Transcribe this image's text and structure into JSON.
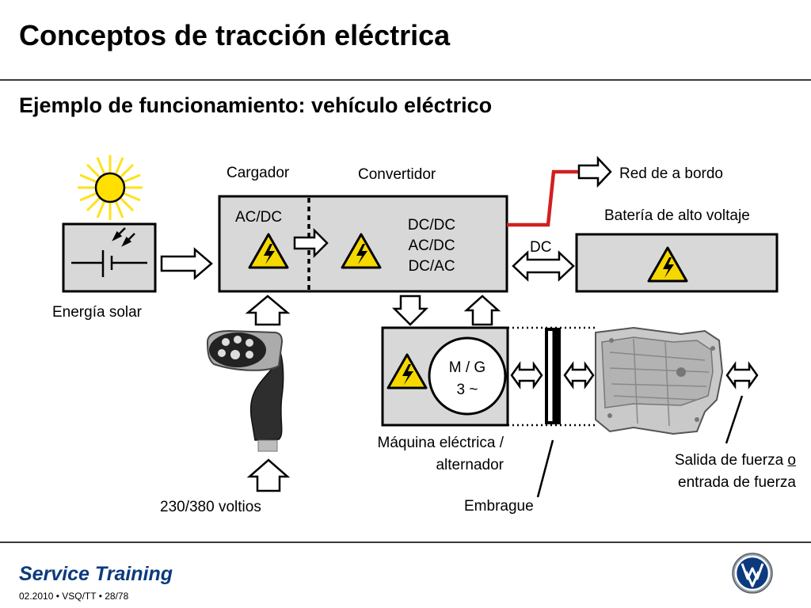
{
  "header": {
    "title": "Conceptos de tracción eléctrica",
    "subtitle": "Ejemplo de funcionamiento: vehículo eléctrico"
  },
  "diagram": {
    "solar_label": "Energía solar",
    "charger_label": "Cargador",
    "converter_label": "Convertidor",
    "charger_mode": "AC/DC",
    "converter_modes": [
      "DC/DC",
      "AC/DC",
      "DC/AC"
    ],
    "onboard_network_label": "Red de a bordo",
    "battery_label": "Batería de alto voltaje",
    "dc_label": "DC",
    "motor_text": [
      "M / G",
      "3 ~"
    ],
    "motor_label": [
      "Máquina eléctrica /",
      "alternador"
    ],
    "clutch_label": "Embrague",
    "output_label_line1_prefix": "Salida de fuerza ",
    "output_label_line1_underlined": "o",
    "output_label_line2": "entrada de fuerza",
    "voltage_label": "230/380 voltios"
  },
  "footer": {
    "brand": "Service Training",
    "meta": "02.2010 • VSQ/TT • 28/78"
  },
  "colors": {
    "brand_blue": "#0c3a7d",
    "box_gray": "#d8d8d8",
    "warning_yellow": "#f5d800",
    "network_line_red": "#d31f1f",
    "sun_yellow": "#ffe11a"
  },
  "icons": [
    "sun-icon",
    "solar-cell-icon",
    "high-voltage-warning-icon",
    "charging-plug-icon",
    "transmission-icon",
    "vw-logo-icon"
  ]
}
